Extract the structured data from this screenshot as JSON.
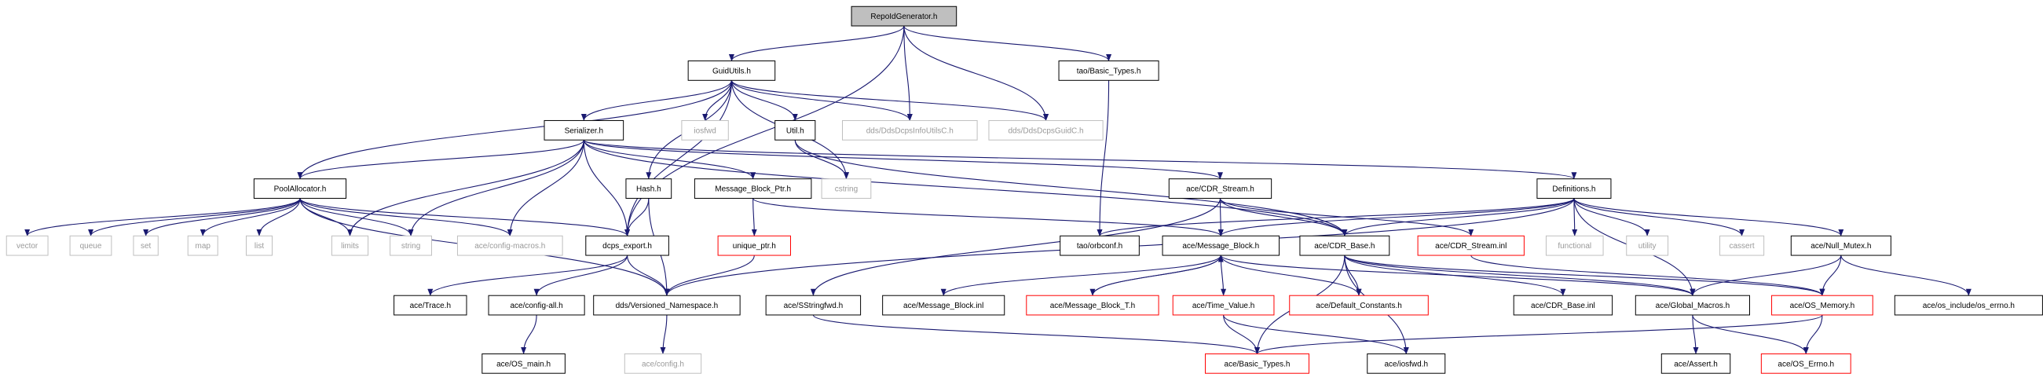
{
  "colors": {
    "edge": "#191970",
    "root_fill": "#bfbfbf",
    "node_border": "#000000",
    "missing_border": "#bfbfbf",
    "partial_border": "#ff0000",
    "text": "#000000",
    "missing_text": "#9a9a9a"
  },
  "nodes": [
    {
      "id": "root",
      "label": "RepoIdGenerator.h",
      "style": "root"
    },
    {
      "id": "guidutils",
      "label": "GuidUtils.h",
      "style": "normal"
    },
    {
      "id": "tao_basic",
      "label": "tao/Basic_Types.h",
      "style": "normal"
    },
    {
      "id": "dds_infoutils",
      "label": "dds/DdsDcpsInfoUtilsC.h",
      "style": "missing"
    },
    {
      "id": "dds_guidc",
      "label": "dds/DdsDcpsGuidC.h",
      "style": "missing"
    },
    {
      "id": "serializer",
      "label": "Serializer.h",
      "style": "normal"
    },
    {
      "id": "iosfwd",
      "label": "iosfwd",
      "style": "missing"
    },
    {
      "id": "util",
      "label": "Util.h",
      "style": "normal"
    },
    {
      "id": "cstring",
      "label": "cstring",
      "style": "missing"
    },
    {
      "id": "poolalloc",
      "label": "PoolAllocator.h",
      "style": "normal"
    },
    {
      "id": "hash",
      "label": "Hash.h",
      "style": "normal"
    },
    {
      "id": "mbptr",
      "label": "Message_Block_Ptr.h",
      "style": "normal"
    },
    {
      "id": "cdrstream",
      "label": "ace/CDR_Stream.h",
      "style": "normal"
    },
    {
      "id": "definitions",
      "label": "Definitions.h",
      "style": "normal"
    },
    {
      "id": "vector",
      "label": "vector",
      "style": "missing"
    },
    {
      "id": "queue",
      "label": "queue",
      "style": "missing"
    },
    {
      "id": "set",
      "label": "set",
      "style": "missing"
    },
    {
      "id": "map",
      "label": "map",
      "style": "missing"
    },
    {
      "id": "list",
      "label": "list",
      "style": "missing"
    },
    {
      "id": "limits",
      "label": "limits",
      "style": "missing"
    },
    {
      "id": "string",
      "label": "string",
      "style": "missing"
    },
    {
      "id": "configmacros",
      "label": "ace/config-macros.h",
      "style": "missing"
    },
    {
      "id": "dcpsexport",
      "label": "dcps_export.h",
      "style": "normal"
    },
    {
      "id": "uniqueptr",
      "label": "unique_ptr.h",
      "style": "partial"
    },
    {
      "id": "orbconf",
      "label": "tao/orbconf.h",
      "style": "normal"
    },
    {
      "id": "msgblock",
      "label": "ace/Message_Block.h",
      "style": "normal"
    },
    {
      "id": "cdrbase",
      "label": "ace/CDR_Base.h",
      "style": "normal"
    },
    {
      "id": "cdrstreaminl",
      "label": "ace/CDR_Stream.inl",
      "style": "partial"
    },
    {
      "id": "functional",
      "label": "functional",
      "style": "missing"
    },
    {
      "id": "utility",
      "label": "utility",
      "style": "missing"
    },
    {
      "id": "cassert",
      "label": "cassert",
      "style": "missing"
    },
    {
      "id": "nullmutex",
      "label": "ace/Null_Mutex.h",
      "style": "normal"
    },
    {
      "id": "trace",
      "label": "ace/Trace.h",
      "style": "normal"
    },
    {
      "id": "configall",
      "label": "ace/config-all.h",
      "style": "normal"
    },
    {
      "id": "versioned",
      "label": "dds/Versioned_Namespace.h",
      "style": "normal"
    },
    {
      "id": "sstringfwd",
      "label": "ace/SStringfwd.h",
      "style": "normal"
    },
    {
      "id": "mbinl",
      "label": "ace/Message_Block.inl",
      "style": "normal"
    },
    {
      "id": "mbt",
      "label": "ace/Message_Block_T.h",
      "style": "partial"
    },
    {
      "id": "timevalue",
      "label": "ace/Time_Value.h",
      "style": "partial"
    },
    {
      "id": "defconst",
      "label": "ace/Default_Constants.h",
      "style": "partial"
    },
    {
      "id": "cdrbaseinl",
      "label": "ace/CDR_Base.inl",
      "style": "normal"
    },
    {
      "id": "globalmacros",
      "label": "ace/Global_Macros.h",
      "style": "normal"
    },
    {
      "id": "osmemory",
      "label": "ace/OS_Memory.h",
      "style": "partial"
    },
    {
      "id": "oserrnoinc",
      "label": "ace/os_include/os_errno.h",
      "style": "normal"
    },
    {
      "id": "osmain",
      "label": "ace/OS_main.h",
      "style": "normal"
    },
    {
      "id": "configh",
      "label": "ace/config.h",
      "style": "missing"
    },
    {
      "id": "basictypes",
      "label": "ace/Basic_Types.h",
      "style": "partial"
    },
    {
      "id": "aceiosfwd",
      "label": "ace/iosfwd.h",
      "style": "normal"
    },
    {
      "id": "assert",
      "label": "ace/Assert.h",
      "style": "normal"
    },
    {
      "id": "oserrno",
      "label": "ace/OS_Errno.h",
      "style": "partial"
    }
  ],
  "edges": [
    [
      "root",
      "guidutils"
    ],
    [
      "root",
      "dds_infoutils"
    ],
    [
      "root",
      "dds_guidc"
    ],
    [
      "root",
      "tao_basic"
    ],
    [
      "root",
      "dcpsexport"
    ],
    [
      "guidutils",
      "serializer"
    ],
    [
      "guidutils",
      "iosfwd"
    ],
    [
      "guidutils",
      "util"
    ],
    [
      "guidutils",
      "cstring"
    ],
    [
      "guidutils",
      "dds_infoutils"
    ],
    [
      "guidutils",
      "dds_guidc"
    ],
    [
      "guidutils",
      "poolalloc"
    ],
    [
      "guidutils",
      "hash"
    ],
    [
      "guidutils",
      "dcpsexport"
    ],
    [
      "tao_basic",
      "orbconf"
    ],
    [
      "serializer",
      "poolalloc"
    ],
    [
      "serializer",
      "mbptr"
    ],
    [
      "serializer",
      "cdrstream"
    ],
    [
      "serializer",
      "definitions"
    ],
    [
      "serializer",
      "limits"
    ],
    [
      "serializer",
      "string"
    ],
    [
      "serializer",
      "configmacros"
    ],
    [
      "serializer",
      "dcpsexport"
    ],
    [
      "serializer",
      "cdrbase"
    ],
    [
      "util",
      "cstring"
    ],
    [
      "util",
      "cdrbase"
    ],
    [
      "poolalloc",
      "vector"
    ],
    [
      "poolalloc",
      "queue"
    ],
    [
      "poolalloc",
      "set"
    ],
    [
      "poolalloc",
      "map"
    ],
    [
      "poolalloc",
      "list"
    ],
    [
      "poolalloc",
      "limits"
    ],
    [
      "poolalloc",
      "string"
    ],
    [
      "poolalloc",
      "configmacros"
    ],
    [
      "poolalloc",
      "dcpsexport"
    ],
    [
      "poolalloc",
      "versioned"
    ],
    [
      "hash",
      "dcpsexport"
    ],
    [
      "hash",
      "versioned"
    ],
    [
      "mbptr",
      "uniqueptr"
    ],
    [
      "mbptr",
      "msgblock"
    ],
    [
      "uniqueptr",
      "versioned"
    ],
    [
      "cdrstream",
      "msgblock"
    ],
    [
      "cdrstream",
      "cdrbase"
    ],
    [
      "cdrstream",
      "cdrstreaminl"
    ],
    [
      "cdrstream",
      "sstringfwd"
    ],
    [
      "definitions",
      "orbconf"
    ],
    [
      "definitions",
      "msgblock"
    ],
    [
      "definitions",
      "cdrbase"
    ],
    [
      "definitions",
      "functional"
    ],
    [
      "definitions",
      "utility"
    ],
    [
      "definitions",
      "cassert"
    ],
    [
      "definitions",
      "nullmutex"
    ],
    [
      "definitions",
      "globalmacros"
    ],
    [
      "definitions",
      "versioned"
    ],
    [
      "dcpsexport",
      "trace"
    ],
    [
      "dcpsexport",
      "configall"
    ],
    [
      "dcpsexport",
      "versioned"
    ],
    [
      "configall",
      "osmain"
    ],
    [
      "versioned",
      "configh"
    ],
    [
      "msgblock",
      "mbinl"
    ],
    [
      "msgblock",
      "mbt"
    ],
    [
      "msgblock",
      "timevalue"
    ],
    [
      "msgblock",
      "defconst"
    ],
    [
      "msgblock",
      "globalmacros"
    ],
    [
      "mbt",
      "msgblock"
    ],
    [
      "cdrbase",
      "defconst"
    ],
    [
      "cdrbase",
      "cdrbaseinl"
    ],
    [
      "cdrbase",
      "globalmacros"
    ],
    [
      "cdrbase",
      "basictypes"
    ],
    [
      "cdrbase",
      "aceiosfwd"
    ],
    [
      "cdrbase",
      "osmemory"
    ],
    [
      "cdrstreaminl",
      "osmemory"
    ],
    [
      "nullmutex",
      "globalmacros"
    ],
    [
      "nullmutex",
      "osmemory"
    ],
    [
      "nullmutex",
      "oserrnoinc"
    ],
    [
      "timevalue",
      "basictypes"
    ],
    [
      "timevalue",
      "aceiosfwd"
    ],
    [
      "sstringfwd",
      "basictypes"
    ],
    [
      "globalmacros",
      "assert"
    ],
    [
      "globalmacros",
      "oserrno"
    ],
    [
      "osmemory",
      "oserrno"
    ],
    [
      "osmemory",
      "basictypes"
    ]
  ]
}
